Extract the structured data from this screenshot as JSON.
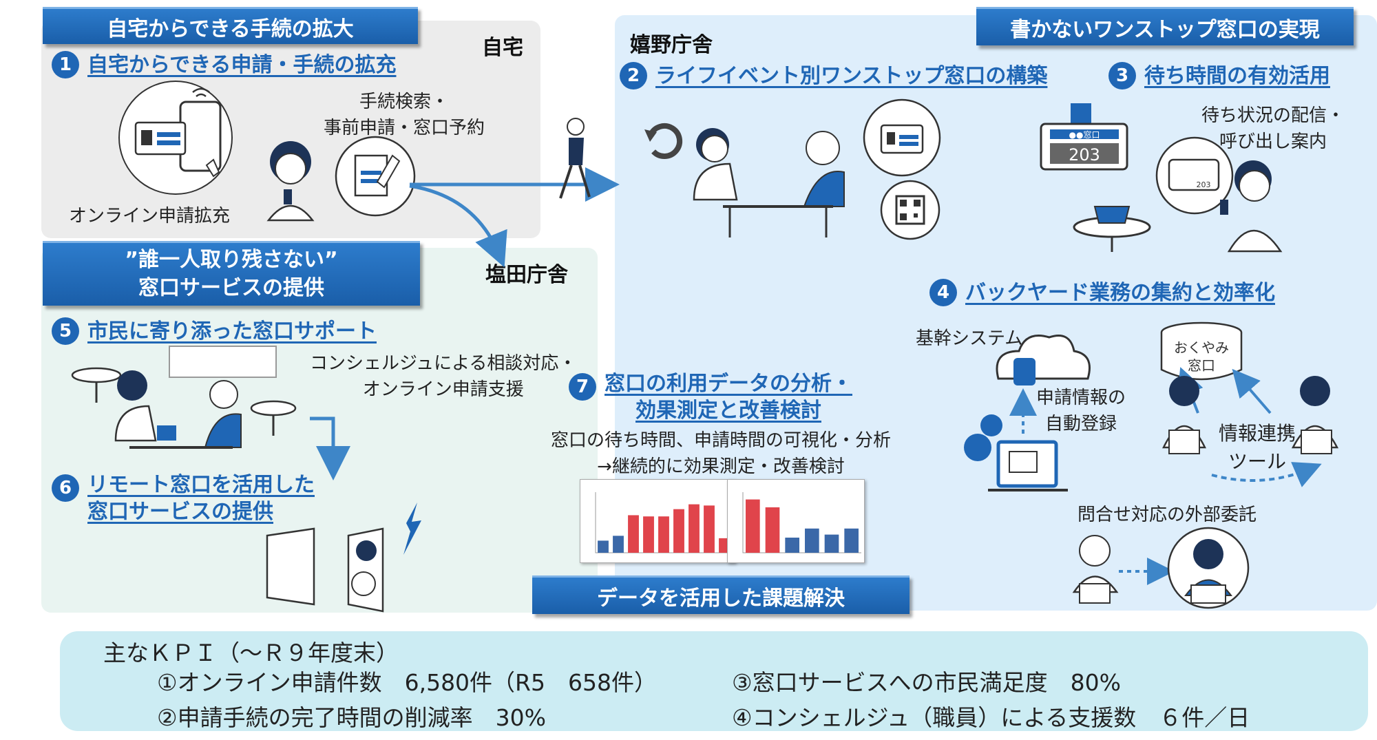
{
  "banners": {
    "home": "自宅からできる手続の拡大",
    "onestop": "書かないワンストップ窓口の実現",
    "no_one_left_line1": "”誰一人取り残さない”",
    "no_one_left_line2": "窓口サービスの提供",
    "data": "データを活用した課題解決"
  },
  "places": {
    "home": "自宅",
    "ureshino": "嬉野庁舎",
    "shioda": "塩田庁舎"
  },
  "items": {
    "i1": {
      "num": "1",
      "title": "自宅からできる申請・手続の拡充"
    },
    "i2": {
      "num": "2",
      "title": "ライフイベント別ワンストップ窓口の構築"
    },
    "i3": {
      "num": "3",
      "title": "待ち時間の有効活用"
    },
    "i4": {
      "num": "4",
      "title": "バックヤード業務の集約と効率化"
    },
    "i5": {
      "num": "5",
      "title": "市民に寄り添った窓口サポート"
    },
    "i6": {
      "num": "6",
      "title_line1": "リモート窓口を活用した",
      "title_line2": "窓口サービスの提供"
    },
    "i7": {
      "num": "7",
      "title_line1": "窓口の利用データの分析・",
      "title_line2": "効果測定と改善検討"
    }
  },
  "notes": {
    "online_expand": "オンライン申請拡充",
    "search_line1": "手続検索・",
    "search_line2": "事前申請・窓口予約",
    "wait_line1": "待ち状況の配信・",
    "wait_line2": "呼び出し案内",
    "concierge_line1": "コンシェルジュによる相談対応・",
    "concierge_line2": "オンライン申請支援",
    "analysis_line1": "窓口の待ち時間、申請時間の可視化・分析",
    "analysis_line2": "→継続的に効果測定・改善検討",
    "core_system": "基幹システム",
    "auto_reg_line1": "申請情報の",
    "auto_reg_line2": "自動登録",
    "okuyami_line1": "おくやみ",
    "okuyami_line2": "窓口",
    "link_tool_line1": "情報連携",
    "link_tool_line2": "ツール",
    "outsourcing": "問合せ対応の外部委託",
    "display_label": "●●窓口",
    "display_number": "203",
    "phone_number": "203"
  },
  "kpi": {
    "title": "主なＫＰＩ（～Ｒ９年度末）",
    "k1": "①オンライン申請件数　6,580件（R5　658件）",
    "k2": "②申請手続の完了時間の削減率　30%",
    "k3": "③窓口サービスへの市民満足度　80%",
    "k4": "④コンシェルジュ（職員）による支援数　６件／日"
  },
  "colors": {
    "primary": "#1f66b5",
    "banner": "#1a5ea9",
    "bar_red": "#e0444b",
    "bar_blue": "#3b68a8"
  },
  "chart_data": [
    {
      "type": "bar",
      "title": "",
      "categories": [
        "",
        "",
        "",
        "",
        "",
        "",
        "",
        "",
        ""
      ],
      "series": [
        {
          "values": [
            20,
            28,
            62,
            60,
            60,
            72,
            80,
            78,
            24
          ],
          "colors": [
            "#3b68a8",
            "#3b68a8",
            "#e0444b",
            "#e0444b",
            "#e0444b",
            "#e0444b",
            "#e0444b",
            "#e0444b",
            "#e0444b"
          ]
        }
      ],
      "ylim": [
        0,
        100
      ]
    },
    {
      "type": "bar",
      "title": "",
      "categories": [
        "",
        "",
        "",
        "",
        "",
        ""
      ],
      "series": [
        {
          "values": [
            88,
            75,
            25,
            40,
            30,
            40
          ],
          "colors": [
            "#e0444b",
            "#e0444b",
            "#3b68a8",
            "#3b68a8",
            "#3b68a8",
            "#3b68a8"
          ]
        }
      ],
      "ylim": [
        0,
        100
      ]
    }
  ]
}
